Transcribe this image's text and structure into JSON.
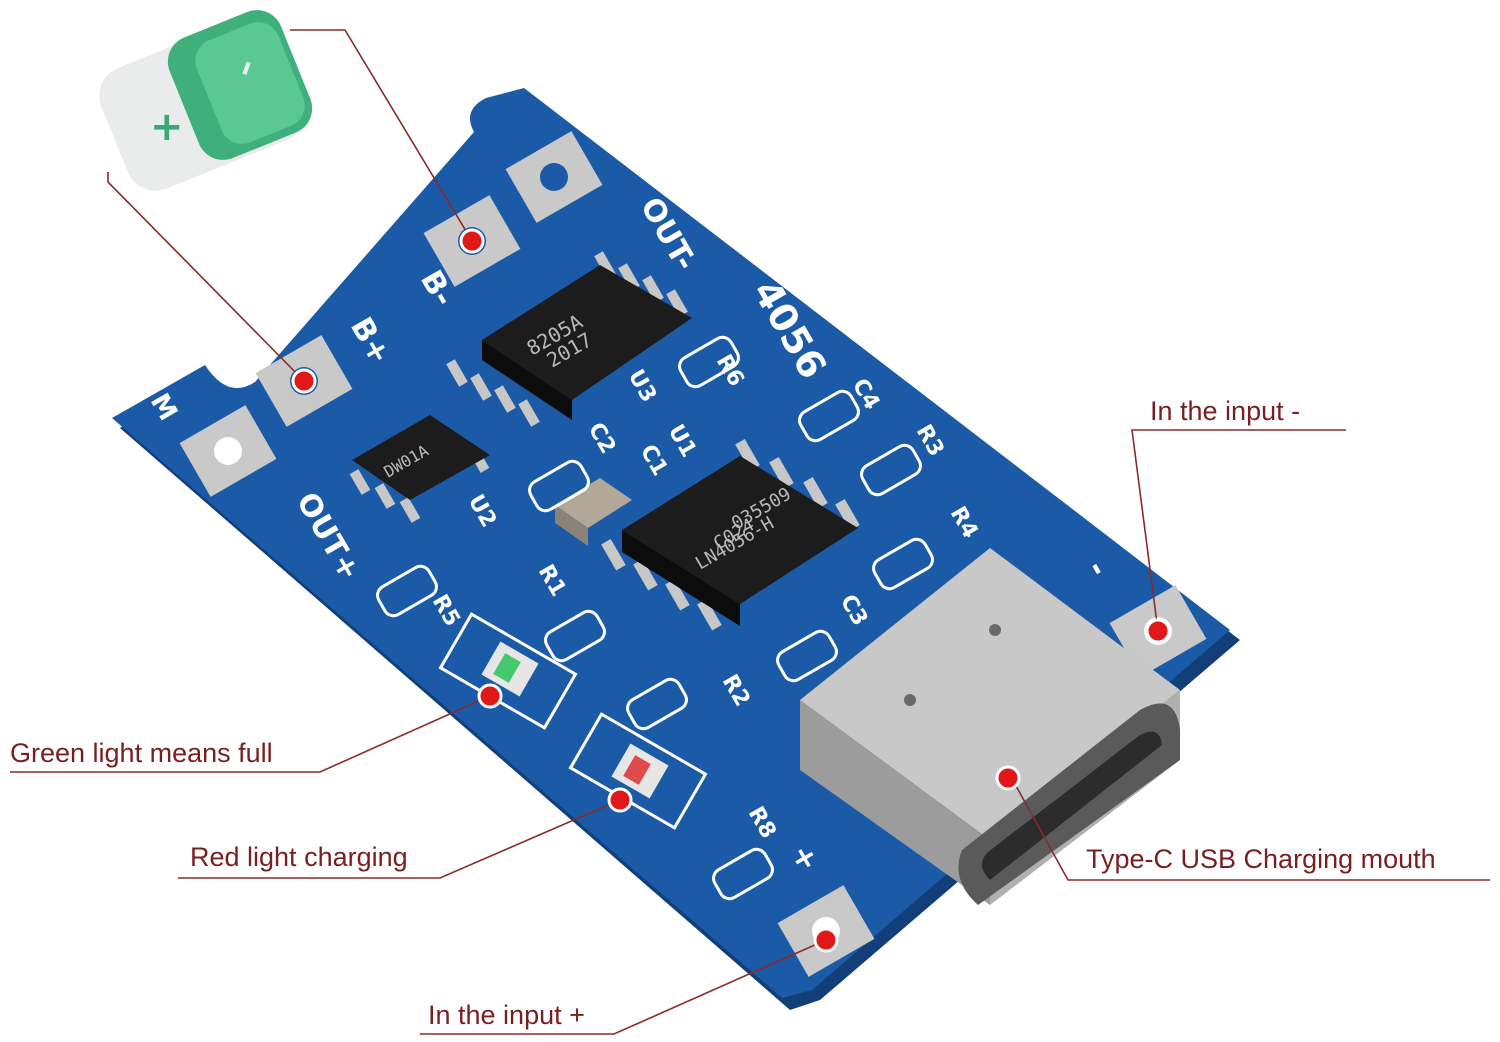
{
  "callouts": {
    "input_minus": "In the input -",
    "green_light": "Green light means full",
    "red_light": "Red light charging",
    "typec": "Type-C USB Charging mouth",
    "input_plus": "In the input +"
  },
  "battery": {
    "minus": "–",
    "plus": "+"
  },
  "silkscreen": {
    "b_minus": "B-",
    "b_plus": "B+",
    "out_minus": "OUT-",
    "out_plus": "OUT+",
    "model": "4056",
    "m": "M",
    "u1": "U1",
    "u2": "U2",
    "u3": "U3",
    "r1": "R1",
    "r2": "R2",
    "r3": "R3",
    "r4": "R4",
    "r5": "R5",
    "r6": "R6",
    "r8": "R8",
    "c1": "C1",
    "c2": "C2",
    "c3": "C3",
    "c4": "C4",
    "minus": "-",
    "plus": "+"
  },
  "chips": {
    "u3_line1": "8205A",
    "u3_line2": "2017",
    "u2_line1": "DW01A",
    "u1_line1": "LN4056-H",
    "u1_line2": "C024",
    "u1_line3": "035509"
  },
  "colors": {
    "pcb": "#1b5aa6",
    "pcb_dark": "#123f7a",
    "label_text": "#7a1f1f",
    "leader": "#8a2a2a",
    "marker": "#e11818",
    "battery_green": "#3aa876"
  }
}
